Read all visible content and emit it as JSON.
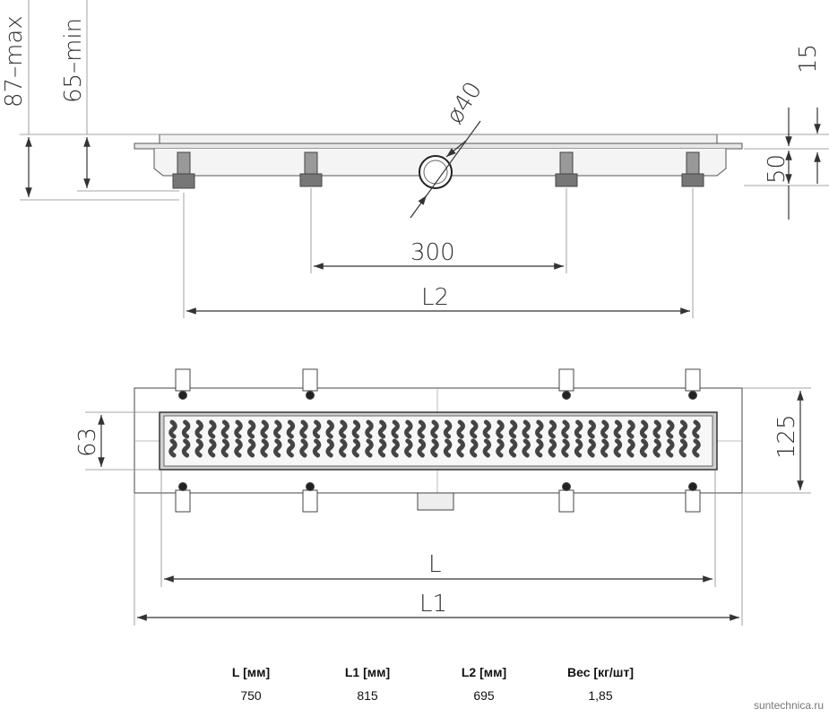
{
  "dimensions": {
    "max_height": "87–max",
    "min_height": "65–min",
    "pipe_diameter": "ø40",
    "flange_height": "15",
    "body_height": "50",
    "feet_spacing": "300",
    "l2": "L2",
    "grate_width": "63",
    "total_width": "125",
    "l": "L",
    "l1": "L1"
  },
  "table": {
    "headers": [
      "L [мм]",
      "L1 [мм]",
      "L2 [мм]",
      "Вес [кг/шт]"
    ],
    "values": [
      "750",
      "815",
      "695",
      "1,85"
    ]
  },
  "watermark": "suntechnica.ru"
}
